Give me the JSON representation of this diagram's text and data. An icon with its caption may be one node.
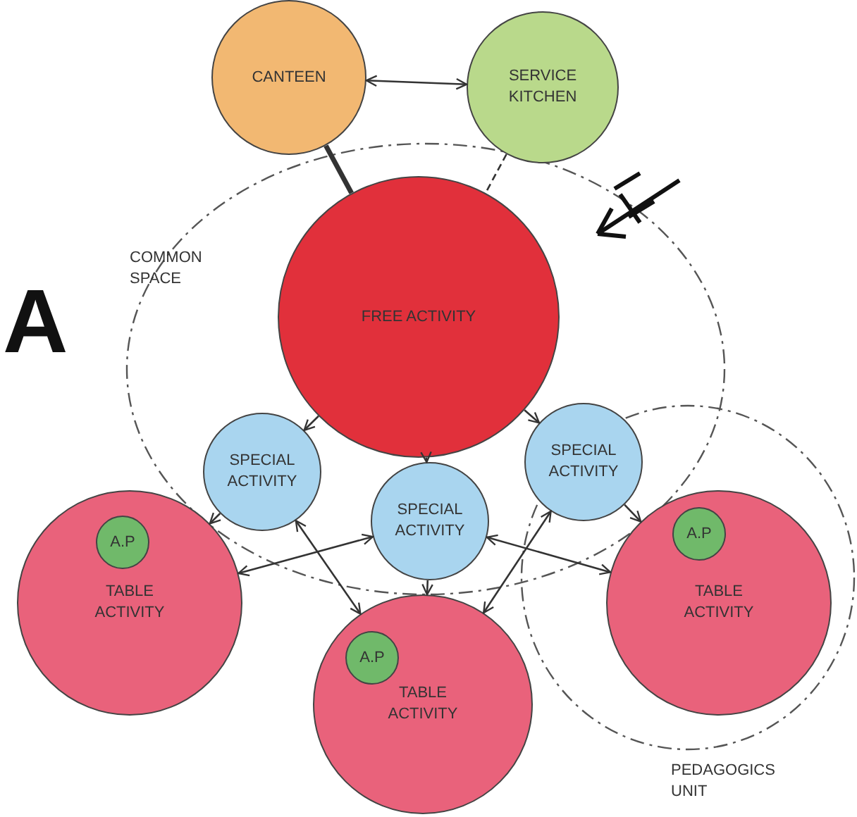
{
  "diagram": {
    "nodes": [
      {
        "text": [
          "CANTEEN"
        ]
      },
      {
        "text": [
          "SERVICE KITCHEN"
        ]
      },
      {
        "text": [
          "FREE ACTIVITY"
        ]
      },
      {
        "text": [
          "SPECIAL ACTIVITY"
        ]
      },
      {
        "text": [
          "SPECIAL ACTIVITY"
        ]
      },
      {
        "text": [
          "SPECIAL ACTIVITY"
        ]
      },
      {
        "text": [
          "TABLE ACTIVITY"
        ]
      },
      {
        "text": [
          "A.P"
        ],
        "in": 6
      },
      {
        "text": [
          "TABLE ACTIVITY"
        ]
      },
      {
        "text": [
          "A.P"
        ],
        "in": 8
      },
      {
        "text": [
          "TABLE ACTIVITY"
        ]
      },
      {
        "text": [
          "A.P"
        ],
        "in": 10
      }
    ],
    "edges": [
      {
        "from": 0,
        "to": 1,
        "arrow": "both"
      },
      {
        "from": 0,
        "to": 2,
        "arrow": "none",
        "style": "thick"
      },
      {
        "from": 1,
        "to": 2,
        "arrow": "none",
        "style": "dashed"
      },
      {
        "from": 2,
        "to": 3,
        "arrow": "to"
      },
      {
        "from": 2,
        "to": 4,
        "arrow": "to"
      },
      {
        "from": 2,
        "to": 5,
        "arrow": "to"
      },
      {
        "from": 3,
        "to": 6,
        "arrow": "to"
      },
      {
        "from": 4,
        "to": 8,
        "arrow": "to"
      },
      {
        "from": 5,
        "to": 10,
        "arrow": "to"
      },
      {
        "from": 6,
        "to": 4,
        "arrow": "both"
      },
      {
        "from": 3,
        "to": 8,
        "arrow": "both"
      },
      {
        "from": 4,
        "to": 10,
        "arrow": "both"
      },
      {
        "from": 5,
        "to": 8,
        "arrow": "both"
      }
    ],
    "labels": [
      "COMMON SPACE",
      "A",
      "PEDAGOGICS UNIT"
    ]
  }
}
